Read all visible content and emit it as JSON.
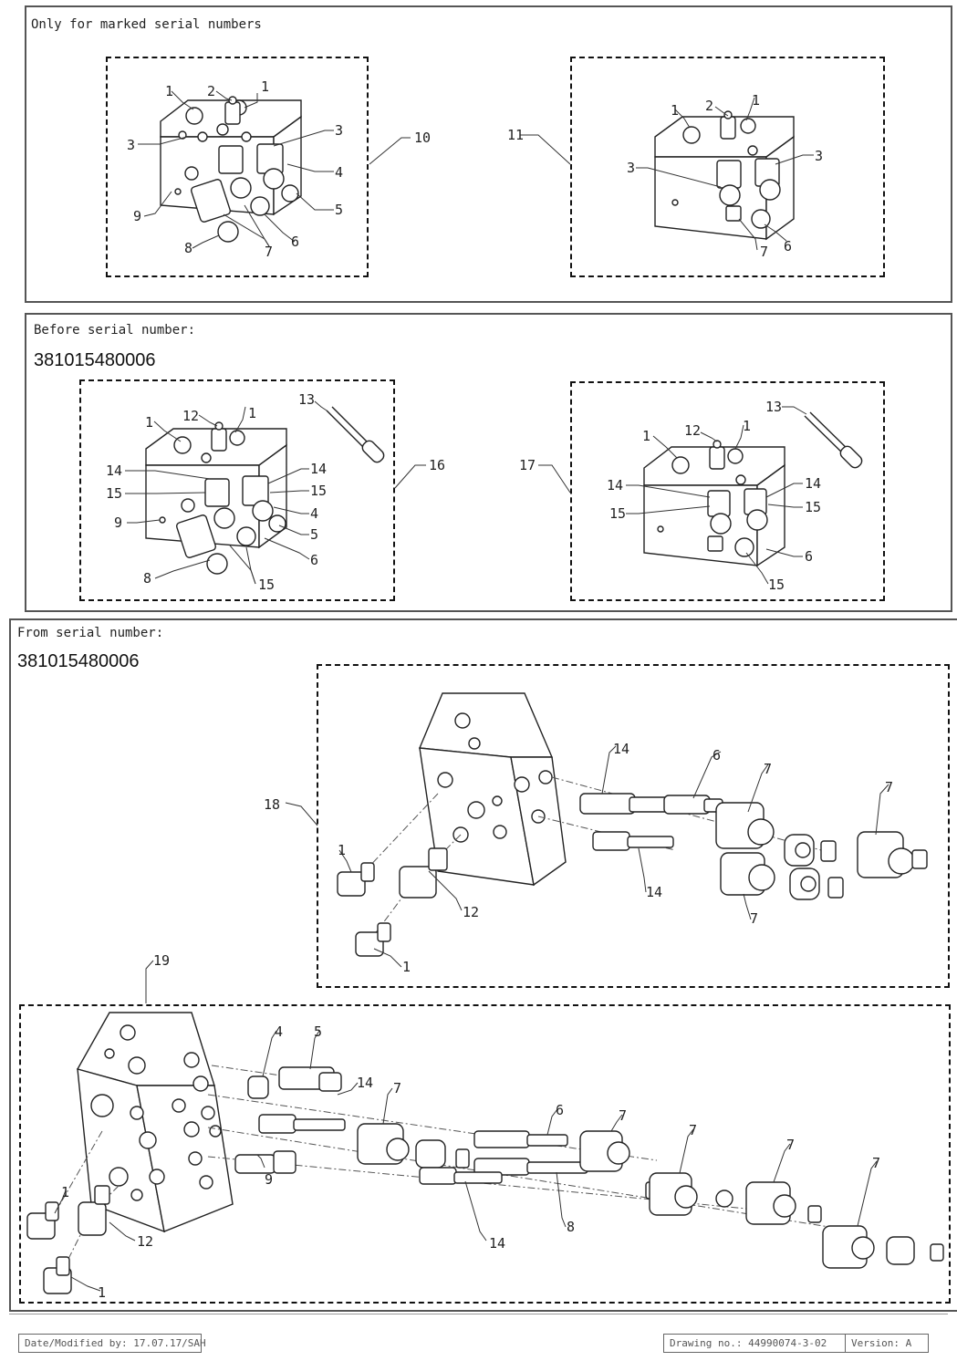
{
  "panels": {
    "marked": {
      "title": "Only for marked serial numbers"
    },
    "before": {
      "title": "Before serial number:",
      "serial": "381015480006"
    },
    "from": {
      "title": "From serial number:",
      "serial": "381015480006"
    }
  },
  "callouts": {
    "p1": [
      "1",
      "2",
      "1",
      "3",
      "3",
      "4",
      "5",
      "6",
      "7",
      "8",
      "9",
      "10"
    ],
    "p2": [
      "11",
      "1",
      "2",
      "1",
      "3",
      "3",
      "7",
      "6"
    ],
    "p3": [
      "1",
      "12",
      "1",
      "13",
      "14",
      "14",
      "15",
      "15",
      "4",
      "9",
      "5",
      "8",
      "6",
      "15",
      "16"
    ],
    "p4": [
      "17",
      "13",
      "1",
      "12",
      "1",
      "14",
      "14",
      "15",
      "15",
      "6",
      "15"
    ],
    "p5": [
      "18",
      "1",
      "12",
      "1",
      "14",
      "6",
      "7",
      "7",
      "7",
      "14"
    ],
    "p6": [
      "19",
      "4",
      "5",
      "14",
      "7",
      "6",
      "7",
      "7",
      "7",
      "7",
      "1",
      "12",
      "1",
      "9",
      "14",
      "8"
    ]
  },
  "footer": {
    "date": "Date/Modified by: 17.07.17/SAH",
    "drawing": "Drawing no.: 44990074-3-02",
    "version": "Version: A"
  }
}
